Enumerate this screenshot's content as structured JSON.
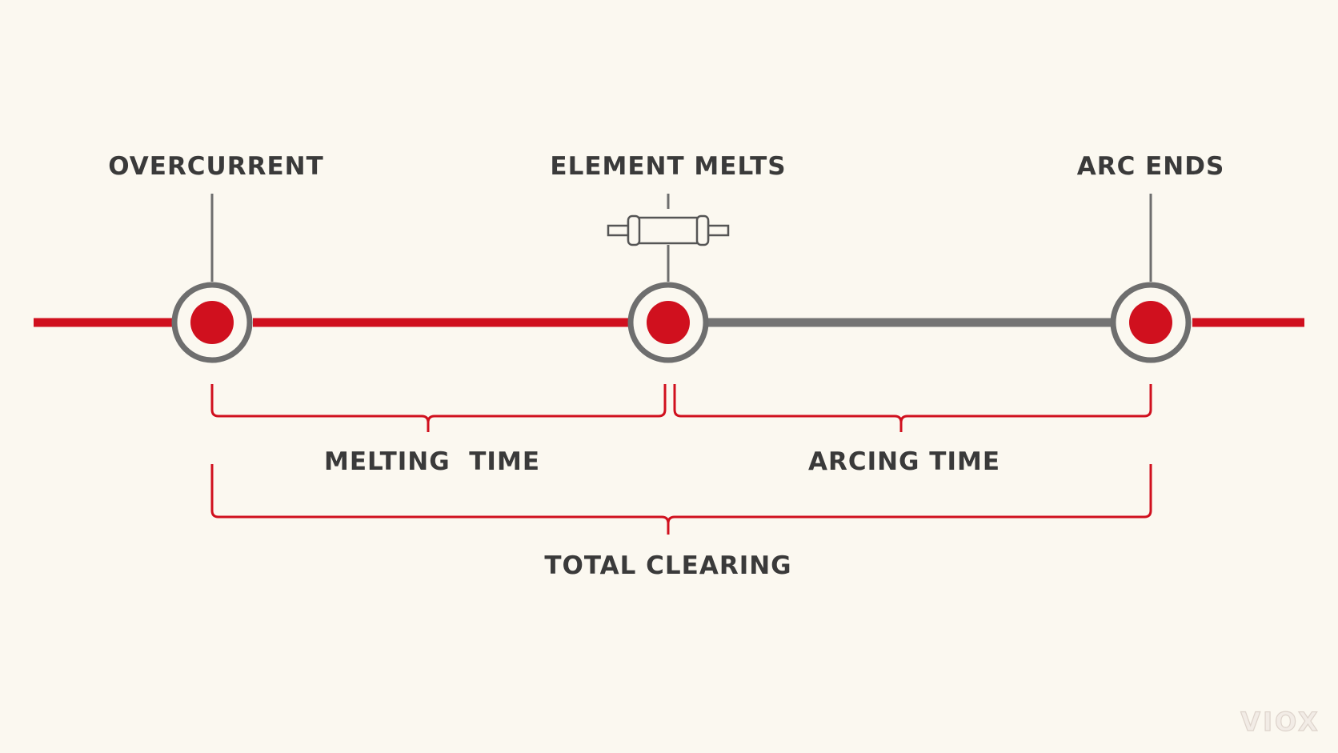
{
  "diagram": {
    "events": [
      {
        "label": "OVERCURRENT"
      },
      {
        "label": "ELEMENT MELTS"
      },
      {
        "label": "ARC ENDS"
      }
    ],
    "intervals": {
      "melting": "MELTING  TIME",
      "arcing": "ARCING TIME",
      "total": "TOTAL CLEARING"
    },
    "watermark": "VIOX",
    "colors": {
      "background": "#fbf8f0",
      "accent_red": "#d0101e",
      "gray": "#707070",
      "text": "#3a3a3a"
    },
    "icons": {
      "element_melts_icon": "fuse-icon"
    }
  }
}
